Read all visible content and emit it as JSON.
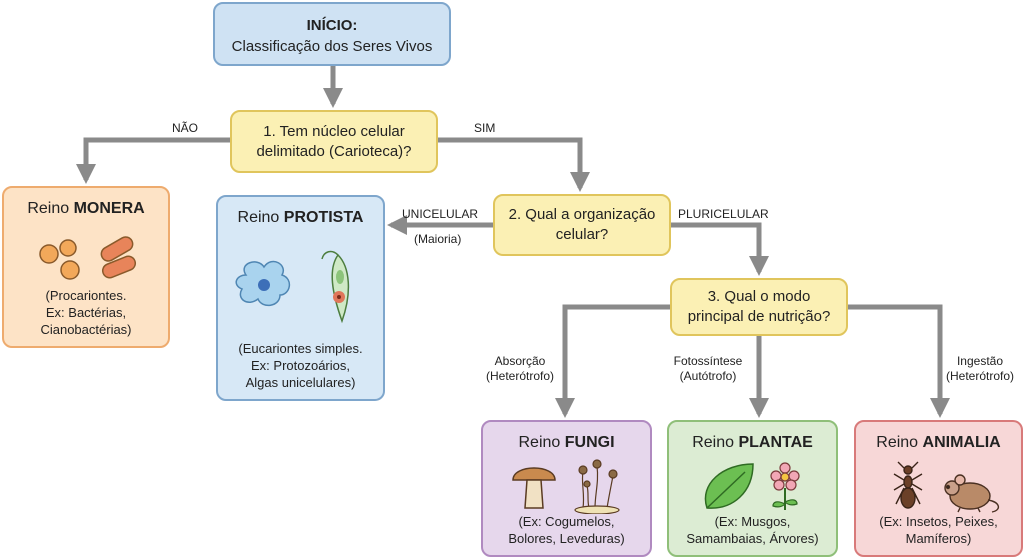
{
  "start": {
    "title": "INÍCIO:",
    "subtitle": "Classificação dos Seres Vivos"
  },
  "questions": {
    "q1": "1. Tem núcleo celular\ndelimitado (Carioteca)?",
    "q2": "2. Qual a organização\ncelular?",
    "q3": "3. Qual o modo\nprincipal de nutrição?"
  },
  "edge_labels": {
    "nao": "NÃO",
    "sim": "SIM",
    "unicelular": "UNICELULAR",
    "maioria": "(Maioria)",
    "pluricelular": "PLURICELULAR",
    "absorcao": "Absorção\n(Heterótrofo)",
    "fotossintese": "Fotossíntese\n(Autótrofo)",
    "ingestao": "Ingestão\n(Heterótrofo)"
  },
  "kingdoms": {
    "monera": {
      "prefix": "Reino ",
      "name": "MONERA",
      "description": "(Procariontes.\nEx: Bactérias,\nCianobactérias)"
    },
    "protista": {
      "prefix": "Reino ",
      "name": "PROTISTA",
      "description": "(Eucariontes simples.\nEx: Protozoários,\nAlgas unicelulares)"
    },
    "fungi": {
      "prefix": "Reino ",
      "name": "FUNGI",
      "description": "(Ex: Cogumelos,\nBolores, Leveduras)"
    },
    "plantae": {
      "prefix": "Reino ",
      "name": "PLANTAE",
      "description": "(Ex: Musgos,\nSamambaias, Árvores)"
    },
    "animalia": {
      "prefix": "Reino ",
      "name": "ANIMALIA",
      "description": "(Ex: Insetos, Peixes,\nMamíferos)"
    }
  },
  "icons": [
    "bacteria-icon",
    "amoeba-icon",
    "euglena-icon",
    "mushroom-icon",
    "mold-icon",
    "leaf-icon",
    "flower-icon",
    "ant-icon",
    "mouse-icon"
  ],
  "colors": {
    "arrow": "#8a8a8a",
    "start": "#cfe2f3",
    "question": "#fbf0b4",
    "monera": "#fde3c6",
    "protista": "#d7e8f6",
    "fungi": "#e6d7ec",
    "plantae": "#dcecd3",
    "animalia": "#f7d7d7"
  }
}
